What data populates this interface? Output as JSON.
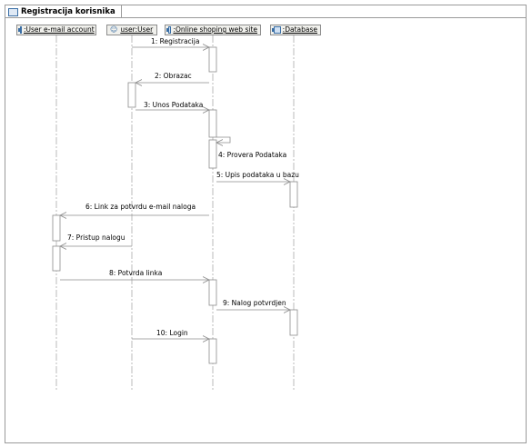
{
  "tab": {
    "title": "Registracija korisnika"
  },
  "lifelines": [
    {
      "label": ":User e-mail account",
      "icon": "object-icon"
    },
    {
      "label": "user:User",
      "icon": "actor-icon"
    },
    {
      "label": ":Online shoping web site",
      "icon": "object-icon"
    },
    {
      "label": ":Database",
      "icon": "object-icon"
    }
  ],
  "messages": [
    {
      "number": "1",
      "label": "1: Registracija"
    },
    {
      "number": "2",
      "label": "2: Obrazac"
    },
    {
      "number": "3",
      "label": "3: Unos Podataka"
    },
    {
      "number": "4",
      "label": "4: Provera Podataka"
    },
    {
      "number": "5",
      "label": "5: Upis podataka u bazu"
    },
    {
      "number": "6",
      "label": "6: Link za potvrdu e-mail naloga"
    },
    {
      "number": "7",
      "label": "7: Pristup nalogu"
    },
    {
      "number": "8",
      "label": "8: Potvrda linka"
    },
    {
      "number": "9",
      "label": "9: Nalog potvrdjen"
    },
    {
      "number": "10",
      "label": "10: Login"
    }
  ],
  "colors": {
    "line": "#b4b4b4",
    "activation_fill": "#ffffff",
    "activation_stroke": "#8c8c8c",
    "frame": "#9a9a9a"
  }
}
